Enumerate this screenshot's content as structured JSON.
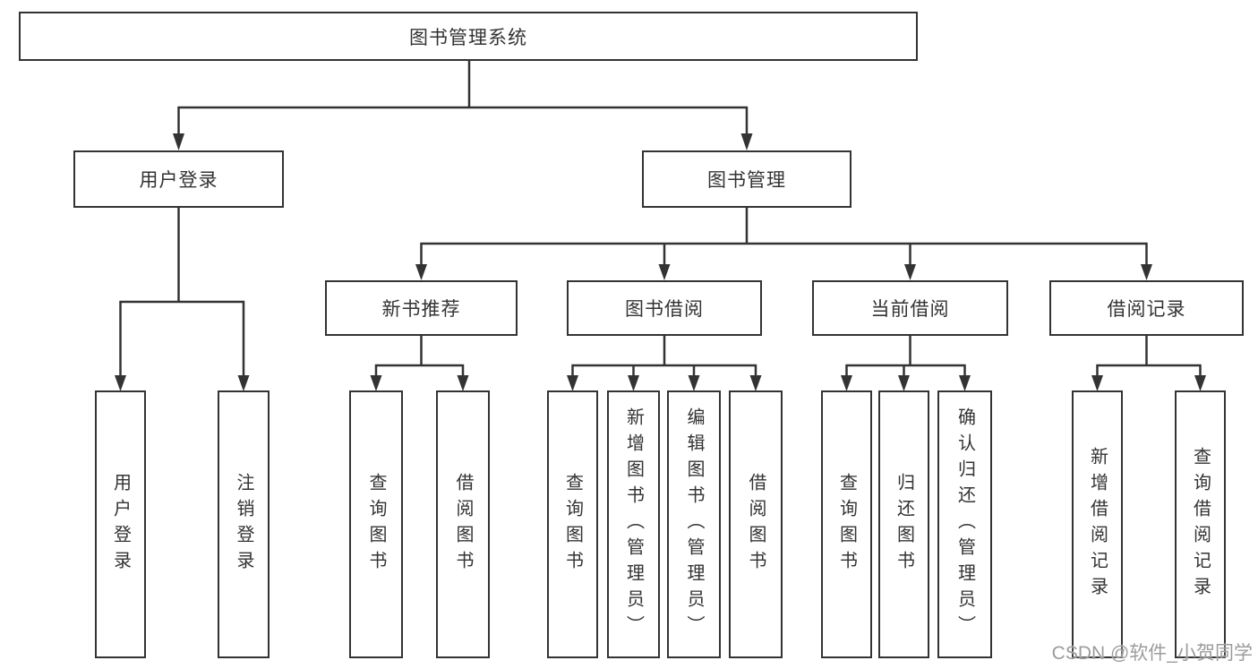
{
  "tree": {
    "root": {
      "label": "图书管理系统",
      "children": [
        {
          "label": "用户登录",
          "children": [
            {
              "label": "用户登录"
            },
            {
              "label": "注销登录"
            }
          ]
        },
        {
          "label": "图书管理",
          "children": [
            {
              "label": "新书推荐",
              "children": [
                {
                  "label": "查询图书"
                },
                {
                  "label": "借阅图书"
                }
              ]
            },
            {
              "label": "图书借阅",
              "children": [
                {
                  "label": "查询图书"
                },
                {
                  "label": "新增图书（管理员）"
                },
                {
                  "label": "编辑图书（管理员）"
                },
                {
                  "label": "借阅图书"
                }
              ]
            },
            {
              "label": "当前借阅",
              "children": [
                {
                  "label": "查询图书"
                },
                {
                  "label": "归还图书"
                },
                {
                  "label": "确认归还（管理员）"
                }
              ]
            },
            {
              "label": "借阅记录",
              "children": [
                {
                  "label": "新增借阅记录"
                },
                {
                  "label": "查询借阅记录"
                }
              ]
            }
          ]
        }
      ]
    }
  },
  "watermark": {
    "text": "CSDN @软件_小贺同学"
  },
  "colors": {
    "line": "#333333",
    "text": "#333333",
    "background": "#ffffff",
    "watermark": "#9c9c9c"
  }
}
